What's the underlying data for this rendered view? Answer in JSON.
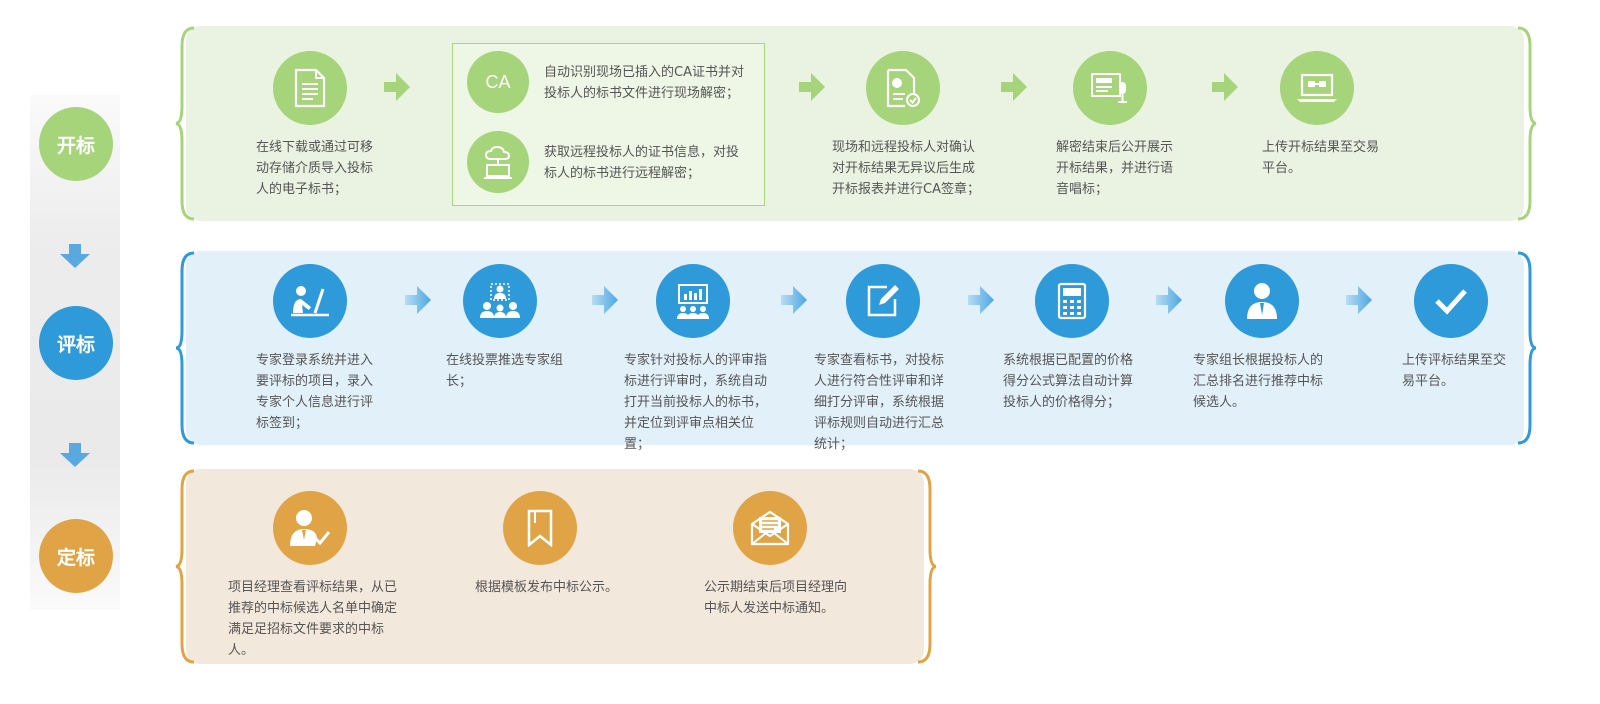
{
  "stages": [
    {
      "label": "开标",
      "color": "#a5d47a"
    },
    {
      "label": "评标",
      "color": "#2e9ad9"
    },
    {
      "label": "定标",
      "color": "#e0a446"
    }
  ],
  "colors": {
    "green": "#a5d47a",
    "blue": "#2e9ad9",
    "orange": "#e0a446",
    "green_panel": "#eaf3e2",
    "blue_panel": "#e2f0f9",
    "orange_panel": "#f3e8dc"
  },
  "kaibiao": {
    "step1": "在线下载或通过可移动存储介质导入投标人的电子标书；",
    "ca_label": "CA",
    "ca_onsite": "自动识别现场已插入的CA证书并对投标人的标书文件进行现场解密；",
    "ca_remote": "获取远程投标人的证书信息，对投标人的标书进行远程解密；",
    "step3": "现场和远程投标人对确认对开标结果无异议后生成开标报表并进行CA签章；",
    "step4": "解密结束后公开展示开标结果，并进行语音唱标；",
    "step5": "上传开标结果至交易平台。"
  },
  "pingbiao": {
    "step1": "专家登录系统并进入要评标的项目，录入专家个人信息进行评标签到；",
    "step2": "在线投票推选专家组长；",
    "step3": "专家针对投标人的评审指标进行评审时，系统自动打开当前投标人的标书，并定位到评审点相关位置；",
    "step4": "专家查看标书，对投标人进行符合性评审和详细打分评审，系统根据评标规则自动进行汇总统计；",
    "step5": "系统根据已配置的价格得分公式算法自动计算投标人的价格得分；",
    "step6": "专家组长根据投标人的汇总排名进行推荐中标候选人。",
    "step7": "上传评标结果至交易平台。"
  },
  "dingbiao": {
    "step1": "项目经理查看评标结果，从已推荐的中标候选人名单中确定满足足招标文件要求的中标人。",
    "step2": "根据模板发布中标公示。",
    "step3": "公示期结束后项目经理向中标人发送中标通知。"
  },
  "icons": [
    "document-icon",
    "ca-icon",
    "remote-cloud-icon",
    "signed-report-icon",
    "press-broadcast-icon",
    "upload-laptop-icon",
    "expert-login-icon",
    "vote-team-icon",
    "review-presentation-icon",
    "edit-review-icon",
    "calculator-icon",
    "expert-leader-icon",
    "check-icon",
    "manager-check-icon",
    "bookmark-icon",
    "envelope-icon"
  ]
}
